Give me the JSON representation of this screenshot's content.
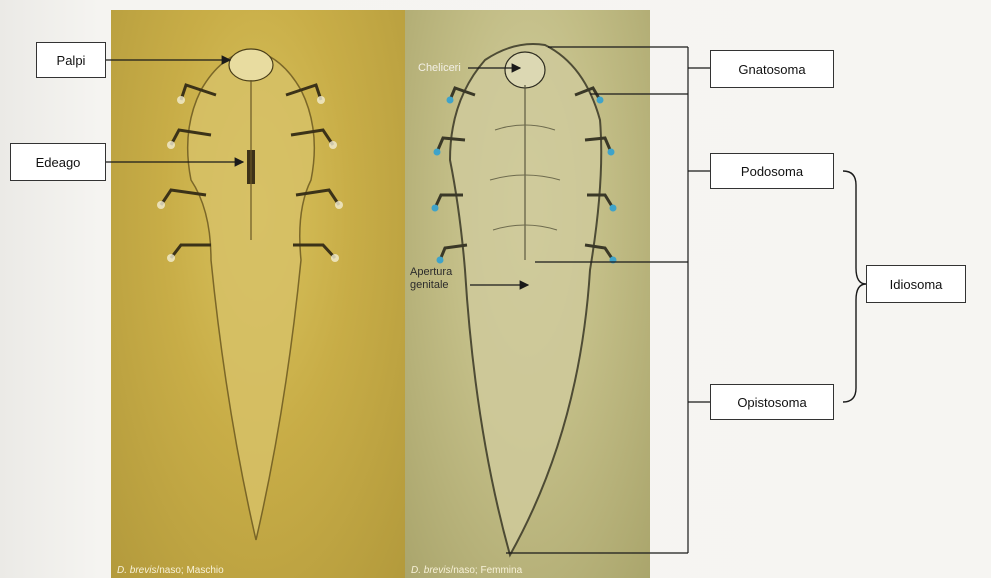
{
  "labels": {
    "palpi": "Palpi",
    "edeago": "Edeago",
    "cheliceri": "Cheliceri",
    "apertura_genitale_line1": "Apertura",
    "apertura_genitale_line2": "genitale",
    "gnatosoma": "Gnatosoma",
    "podosoma": "Podosoma",
    "idiosoma": "Idiosoma",
    "opistosoma": "Opistosoma"
  },
  "captions": {
    "male_species": "D. brevis",
    "male_rest": "/naso; Maschio",
    "female_species": "D. brevis",
    "female_rest": "/naso; Femmina"
  },
  "colors": {
    "male_photo": "#c8ad47",
    "female_photo": "#c2bd86",
    "line": "#1a1a1a"
  }
}
